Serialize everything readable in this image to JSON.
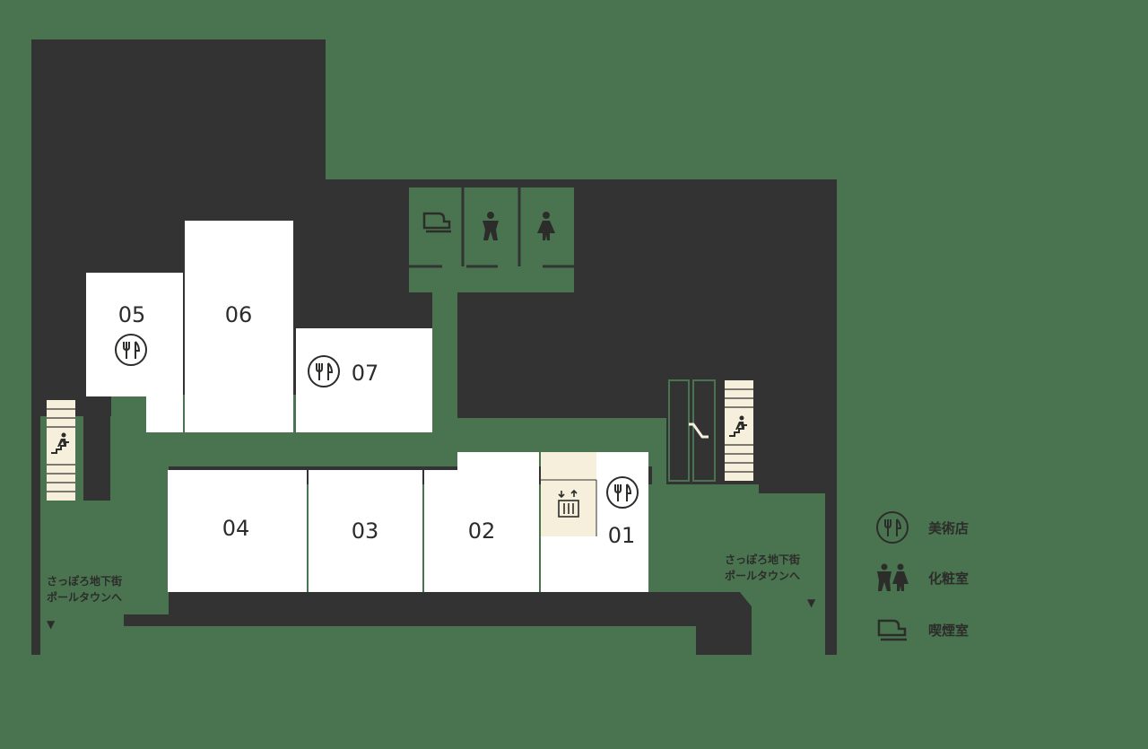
{
  "shops": [
    {
      "id": "05",
      "label": "05",
      "restaurant": true
    },
    {
      "id": "06",
      "label": "06",
      "restaurant": false
    },
    {
      "id": "07",
      "label": "07",
      "restaurant": true
    },
    {
      "id": "04",
      "label": "04",
      "restaurant": false
    },
    {
      "id": "03",
      "label": "03",
      "restaurant": false
    },
    {
      "id": "02",
      "label": "02",
      "restaurant": false
    },
    {
      "id": "01",
      "label": "01",
      "restaurant": true
    }
  ],
  "exits": {
    "left": {
      "line1": "さっぽろ地下街",
      "line2": "ポールタウンへ",
      "arrow": "▼"
    },
    "right": {
      "line1": "さっぽろ地下街",
      "line2": "ポールタウンへ",
      "arrow": "▼"
    }
  },
  "legend": {
    "restaurant": "美術店",
    "restroom": "化粧室",
    "smoking": "喫煙室"
  },
  "icons": [
    "restaurant-icon",
    "restroom-icon",
    "smoking-icon",
    "stairs-icon",
    "escalator-icon",
    "elevator-icon"
  ],
  "colors": {
    "background": "#4a7450",
    "building": "#333333",
    "shop": "#ffffff",
    "elevator": "#f5efdc",
    "text": "#2c2c2a"
  }
}
